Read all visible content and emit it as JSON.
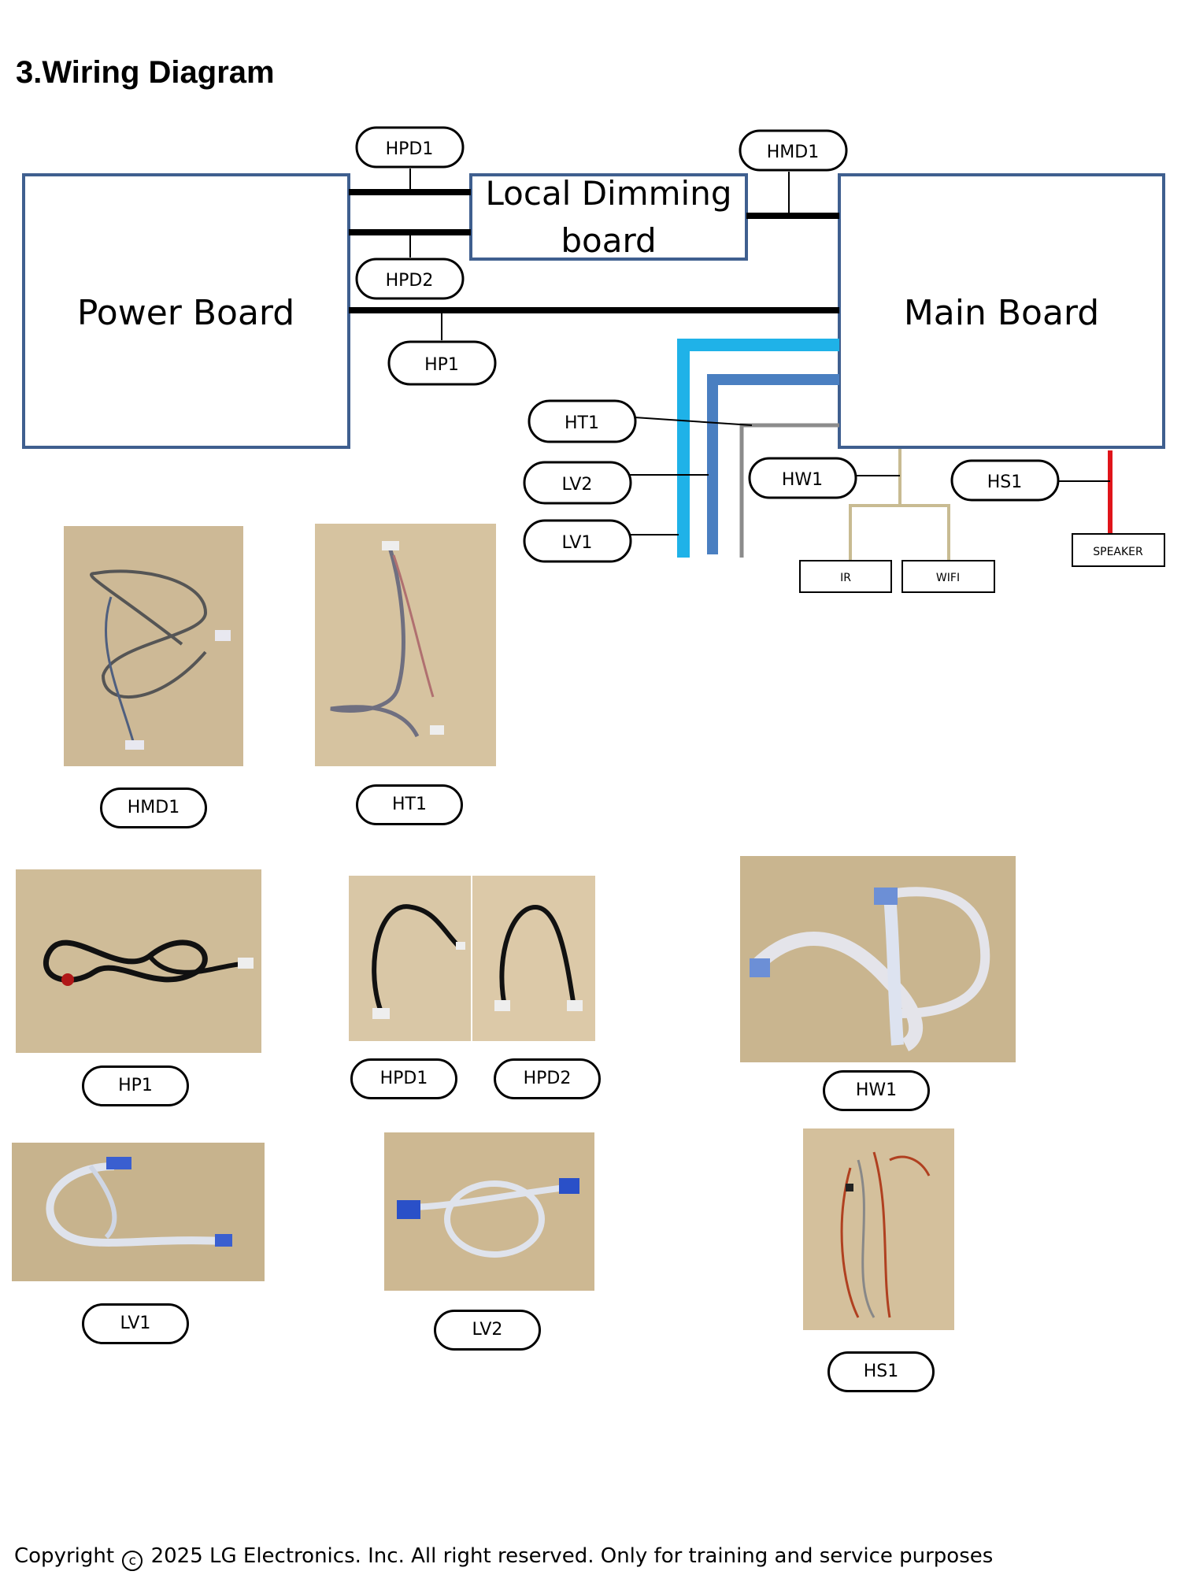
{
  "title": "3.Wiring Diagram",
  "boards": {
    "power": "Power Board",
    "local_dimming_line1": "Local Dimming",
    "local_dimming_line2": "board",
    "main": "Main Board"
  },
  "connectors": {
    "hpd1": "HPD1",
    "hpd2": "HPD2",
    "hp1": "HP1",
    "hmd1": "HMD1",
    "ht1": "HT1",
    "lv2": "LV2",
    "lv1": "LV1",
    "hw1": "HW1",
    "hs1": "HS1"
  },
  "modules": {
    "ir": "IR",
    "wifi": "WIFI",
    "speaker": "SPEAKER"
  },
  "wire_colors": {
    "lv1": "#1fb2e8",
    "lv2": "#4a7fc1",
    "ht1": "#8c8c8c",
    "hw1": "#c8bb92",
    "hs1": "#e0141a",
    "board_outline": "#3f5f8f"
  },
  "photo_labels": {
    "hmd1": "HMD1",
    "ht1": "HT1",
    "hp1": "HP1",
    "hpd1": "HPD1",
    "hpd2": "HPD2",
    "hw1": "HW1",
    "lv1": "LV1",
    "lv2": "LV2",
    "hs1": "HS1"
  },
  "copyright": {
    "prefix": "Copyright",
    "symbol": "c",
    "text": "2025 LG Electronics. Inc. All right reserved. Only for training and service purposes"
  }
}
